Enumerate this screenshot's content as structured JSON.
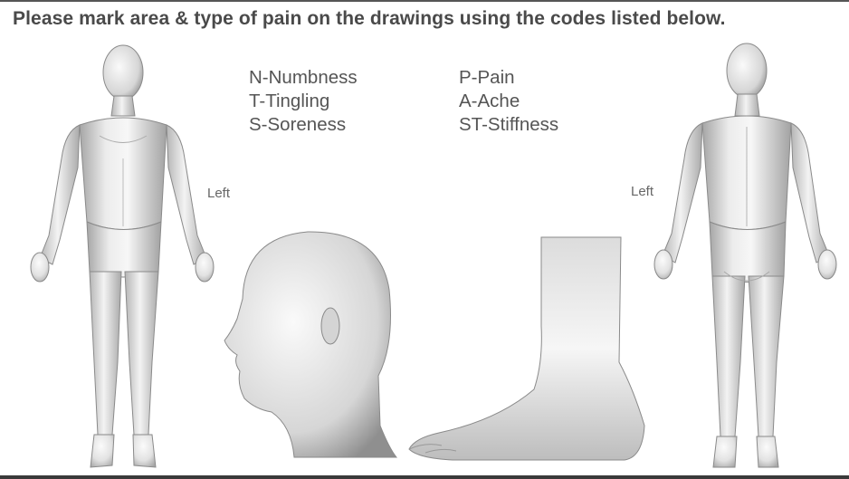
{
  "header": {
    "instruction": "Please mark area & type of pain on the drawings using the codes listed below."
  },
  "legend": {
    "left_codes": [
      "N-Numbness",
      "T-Tingling",
      "S-Soreness"
    ],
    "right_codes": [
      "P-Pain",
      "A-Ache",
      "ST-Stiffness"
    ]
  },
  "labels": {
    "front_side": "Left",
    "back_side": "Left"
  },
  "colors": {
    "text": "#4a4a4a",
    "skin_light": "#f4f4f4",
    "skin_mid": "#cfcfcf",
    "skin_dark": "#9a9a9a",
    "outline": "#7a7a7a"
  }
}
